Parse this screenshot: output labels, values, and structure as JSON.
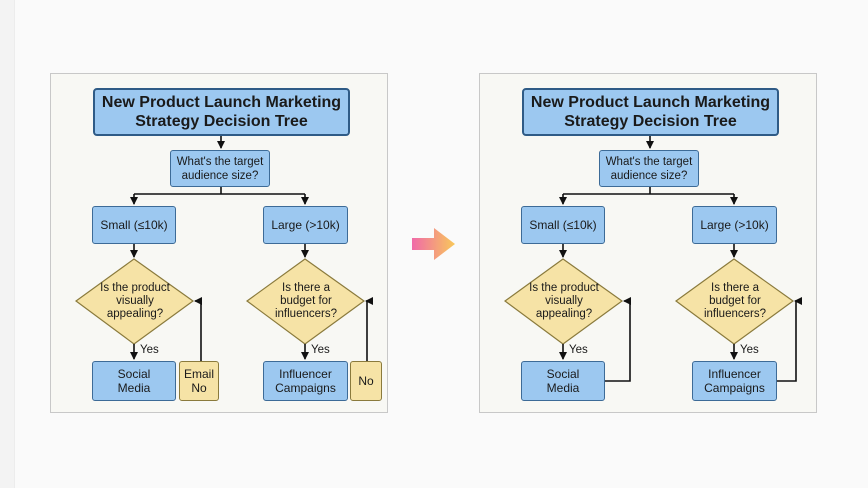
{
  "before": {
    "title": "New Product Launch Marketing\nStrategy Decision Tree",
    "question": "What's the target\naudience size?",
    "branch_small": "Small (≤10k)",
    "branch_large": "Large (>10k)",
    "decision_left": "Is the product\nvisually\nappealing?",
    "decision_right": "Is there a\nbudget for\ninfluencers?",
    "yes_left": "Yes",
    "yes_right": "Yes",
    "outcome_left": "Social\nMedia",
    "outcome_right": "Influencer\nCampaigns",
    "no_left": "Email\nNo",
    "no_right": "No"
  },
  "after": {
    "title": "New Product Launch Marketing\nStrategy Decision Tree",
    "question": "What's the target\naudience size?",
    "branch_small": "Small (≤10k)",
    "branch_large": "Large (>10k)",
    "decision_left": "Is the product\nvisually\nappealing?",
    "decision_right": "Is there a\nbudget for\ninfluencers?",
    "yes_left": "Yes",
    "yes_right": "Yes",
    "outcome_left": "Social\nMedia",
    "outcome_right": "Influencer\nCampaigns"
  },
  "colors": {
    "box_fill": "#9cc8f0",
    "decision_fill": "#f6e3a6",
    "arrow_start": "#f06aa8",
    "arrow_end": "#f8c85a"
  }
}
